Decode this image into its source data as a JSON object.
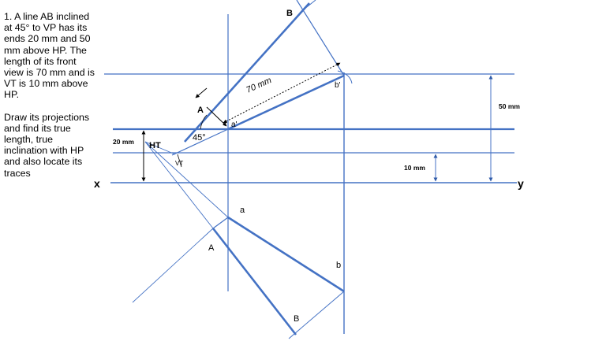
{
  "problem": {
    "statement": "1. A line AB inclined at 45° to VP has its ends 20 mm and 50 mm above HP. The length of its front view is 70 mm and is VT is 10 mm above HP.",
    "task": "Draw its projections and find its true length, true inclination with HP and also locate its traces"
  },
  "axis_labels": {
    "x": "x",
    "y": "y"
  },
  "point_labels": {
    "A_true_front": "A",
    "B_true_front": "B",
    "a_dash": "a'",
    "b_dash": "b'",
    "a": "a",
    "b": "b",
    "A_true_top": "A",
    "B_true_top": "B"
  },
  "trace_labels": {
    "ht": "HT",
    "vt": "VT"
  },
  "dimensions": {
    "end_a_height": "20 mm",
    "end_b_height": "50 mm",
    "vt_height": "10 mm",
    "front_view_length": "70 mm",
    "angle_with_vp": "45°"
  },
  "colors": {
    "projection_line": "#4472c4",
    "construction_line": "#2e5aa8",
    "thin_line": "#5b8bd6",
    "text": "#000000"
  }
}
